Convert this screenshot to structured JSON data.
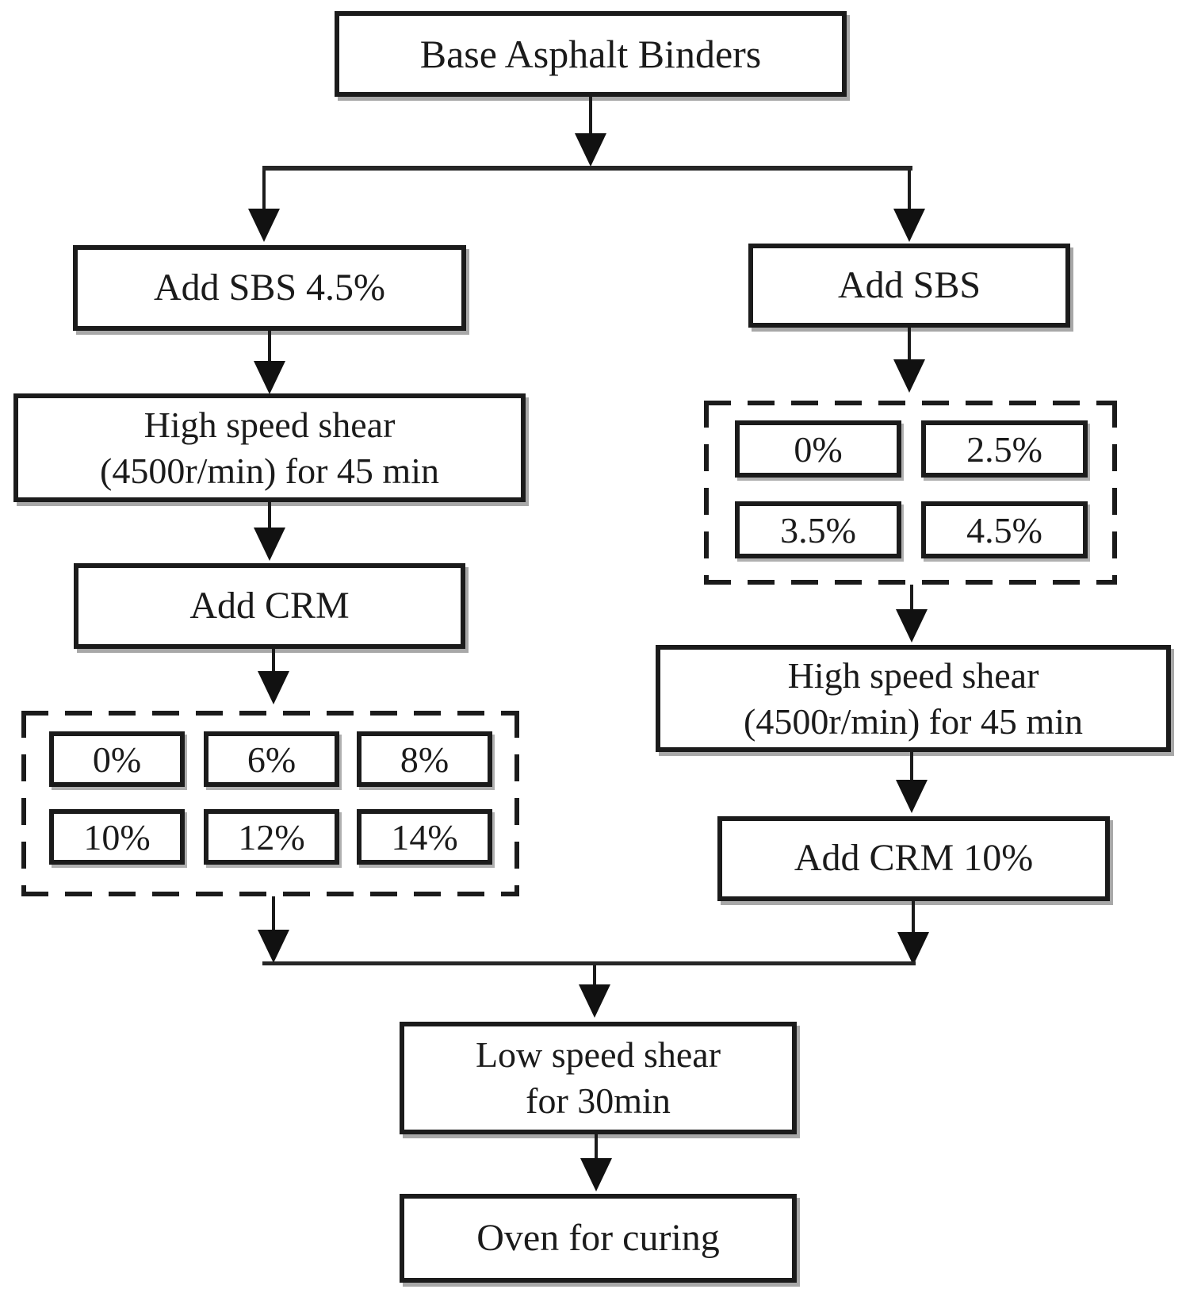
{
  "flowchart": {
    "start": {
      "label": "Base Asphalt Binders"
    },
    "left_branch": {
      "add_sbs": "Add SBS 4.5%",
      "shear_line1": "High speed shear",
      "shear_line2": "(4500r/min) for 45 min",
      "add_crm": "Add CRM",
      "crm_contents": [
        "0%",
        "6%",
        "8%",
        "10%",
        "12%",
        "14%"
      ]
    },
    "right_branch": {
      "add_sbs": "Add SBS",
      "sbs_contents": [
        "0%",
        "2.5%",
        "3.5%",
        "4.5%"
      ],
      "shear_line1": "High speed shear",
      "shear_line2": "(4500r/min) for 45 min",
      "add_crm": "Add CRM 10%"
    },
    "merge": {
      "low_shear_line1": "Low speed shear",
      "low_shear_line2": "for 30min",
      "oven": "Oven for curing"
    },
    "colors": {
      "line": "#1b1b1b",
      "background": "#ffffff"
    }
  }
}
